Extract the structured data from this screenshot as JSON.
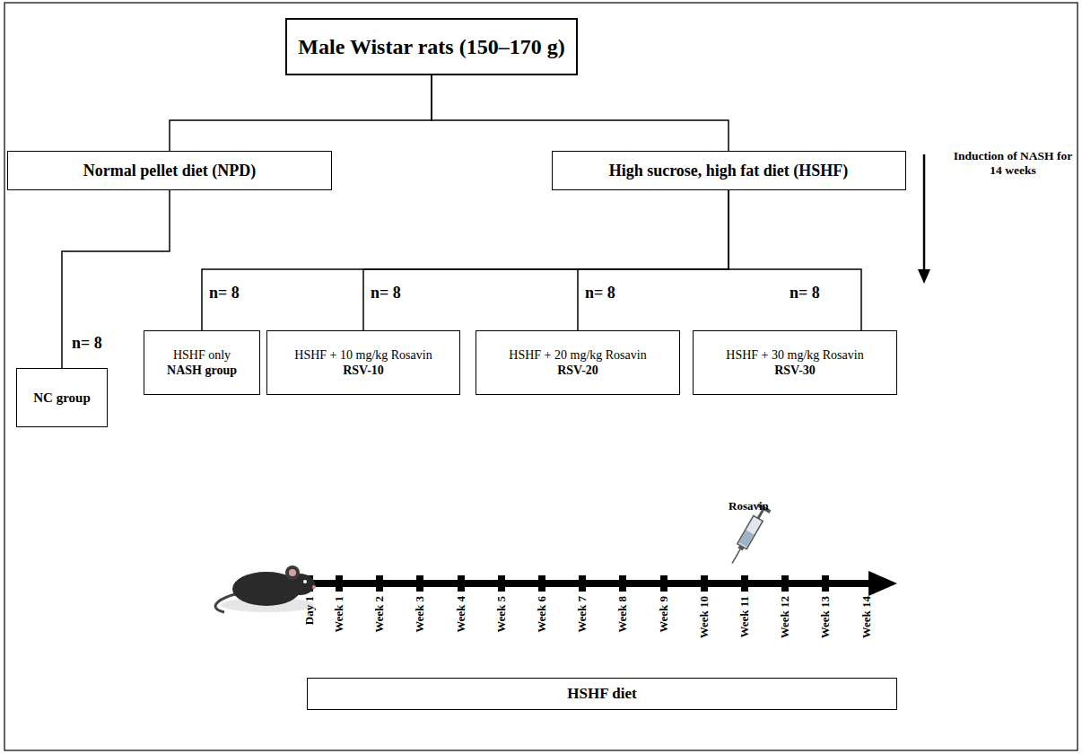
{
  "diagram": {
    "nodes": [
      {
        "text": [
          "Male Wistar rats (150–170 g)"
        ]
      },
      {
        "text": [
          "Normal pellet diet (NPD)"
        ]
      },
      {
        "text": [
          "High sucrose, high fat diet (HSHF)"
        ]
      },
      {
        "text": [
          "NC group"
        ]
      },
      {
        "text": [
          "HSHF only",
          "NASH group"
        ]
      },
      {
        "text": [
          "HSHF + 10 mg/kg Rosavin",
          "RSV-10"
        ]
      },
      {
        "text": [
          "HSHF + 20 mg/kg Rosavin",
          "RSV-20"
        ]
      },
      {
        "text": [
          "HSHF + 30 mg/kg Rosavin",
          "RSV-30"
        ]
      },
      {
        "text": [
          "HSHF diet"
        ]
      }
    ],
    "edges": [
      {
        "from": 0,
        "to": 1,
        "arrow": "none"
      },
      {
        "from": 0,
        "to": 2,
        "arrow": "none"
      },
      {
        "from": 1,
        "to": 3,
        "arrow": "none"
      },
      {
        "from": 2,
        "to": 4,
        "arrow": "none"
      },
      {
        "from": 2,
        "to": 5,
        "arrow": "none"
      },
      {
        "from": 2,
        "to": 6,
        "arrow": "none"
      },
      {
        "from": 2,
        "to": 7,
        "arrow": "none"
      }
    ],
    "labels": [
      "n= 8",
      "n= 8",
      "n= 8",
      "n= 8",
      "n= 8",
      "Induction of NASH for 14 weeks",
      "Rosavin",
      "Day 1",
      "Week 1",
      "Week 2",
      "Week 3",
      "Week 4",
      "Week 5",
      "Week 6",
      "Week 7",
      "Week 8",
      "Week 9",
      "Week 10",
      "Week 11",
      "Week 12",
      "Week 13",
      "Week 14"
    ]
  }
}
